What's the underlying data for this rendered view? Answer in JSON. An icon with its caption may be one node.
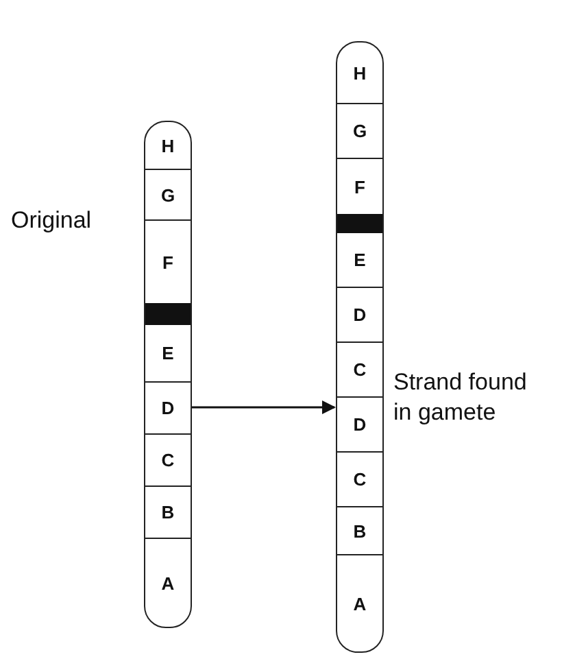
{
  "diagram": {
    "nodes": [
      {
        "text": [
          "Original"
        ]
      },
      {
        "text": [
          "H"
        ],
        "in": 0
      },
      {
        "text": [
          "G"
        ],
        "in": 0
      },
      {
        "text": [
          "F"
        ],
        "in": 0
      },
      {
        "text": [
          "E"
        ],
        "in": 0
      },
      {
        "text": [
          "D"
        ],
        "in": 0
      },
      {
        "text": [
          "C"
        ],
        "in": 0
      },
      {
        "text": [
          "B"
        ],
        "in": 0
      },
      {
        "text": [
          "A"
        ],
        "in": 0
      },
      {
        "text": [
          "Strand found in gamete"
        ]
      },
      {
        "text": [
          "H"
        ],
        "in": 9
      },
      {
        "text": [
          "G"
        ],
        "in": 9
      },
      {
        "text": [
          "F"
        ],
        "in": 9
      },
      {
        "text": [
          "E"
        ],
        "in": 9
      },
      {
        "text": [
          "D"
        ],
        "in": 9
      },
      {
        "text": [
          "C"
        ],
        "in": 9
      },
      {
        "text": [
          "D"
        ],
        "in": 9
      },
      {
        "text": [
          "C"
        ],
        "in": 9
      },
      {
        "text": [
          "B"
        ],
        "in": 9
      },
      {
        "text": [
          "A"
        ],
        "in": 9
      }
    ],
    "edges": [
      {
        "from": 0,
        "to": 9,
        "arrow": "to"
      }
    ]
  }
}
